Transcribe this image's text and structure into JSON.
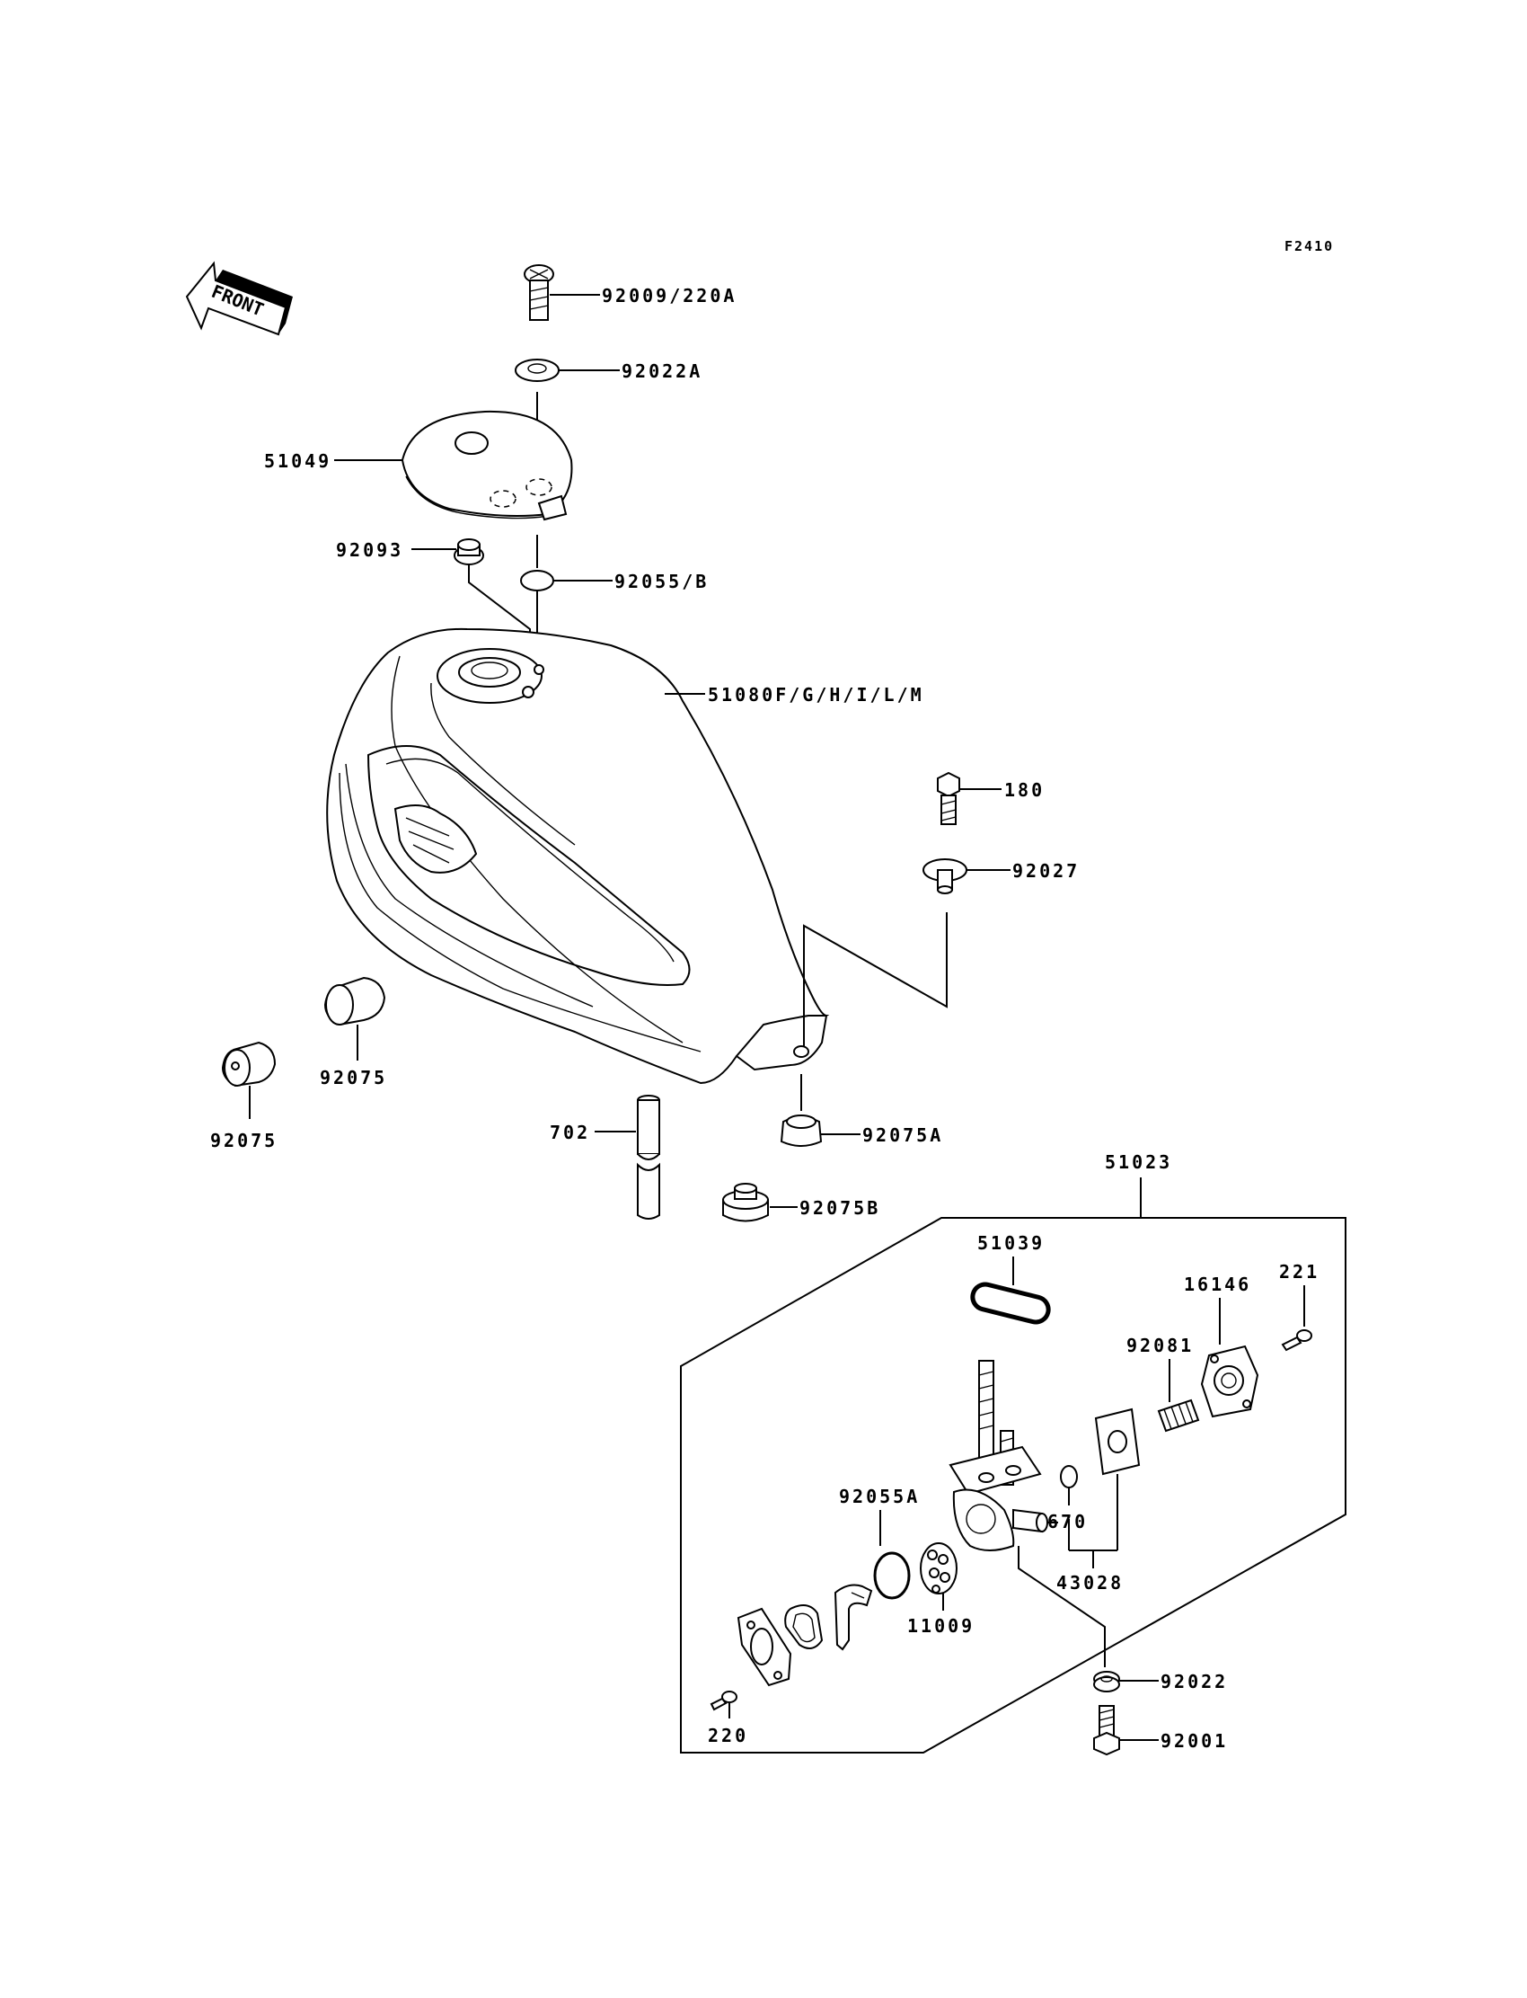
{
  "figure_code": "F2410",
  "front_label": "FRONT",
  "labels": {
    "p92009": "92009/220A",
    "p92022A": "92022A",
    "p51049": "51049",
    "p92093": "92093",
    "p92055B": "92055/B",
    "p51080": "51080F/G/H/I/L/M",
    "p180": "180",
    "p92027": "92027",
    "p92075_a": "92075",
    "p92075_b": "92075",
    "p702": "702",
    "p92075A": "92075A",
    "p92075B": "92075B",
    "p51023": "51023",
    "p51039": "51039",
    "p221": "221",
    "p16146": "16146",
    "p92081": "92081",
    "p92055A": "92055A",
    "p670": "670",
    "p43028": "43028",
    "p11009": "11009",
    "p220": "220",
    "p92022": "92022",
    "p92001": "92001"
  }
}
